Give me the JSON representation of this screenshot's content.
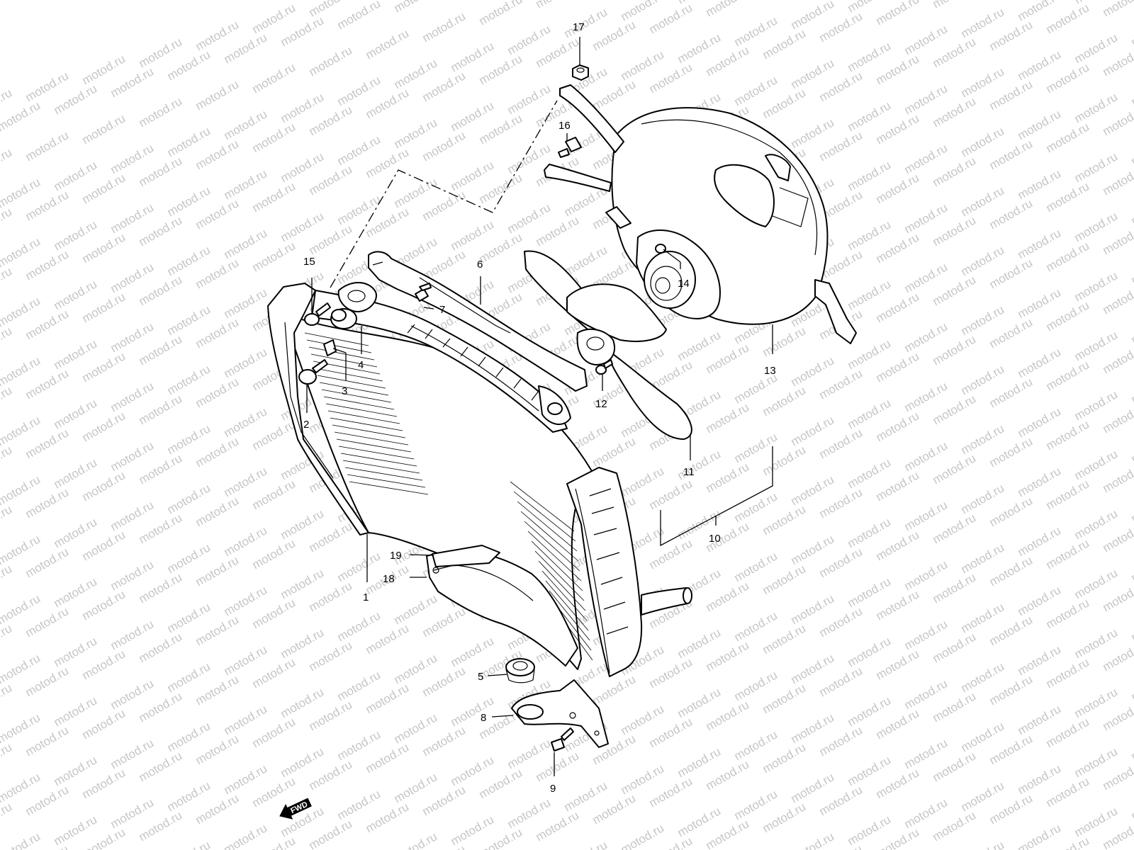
{
  "watermark": {
    "text": "motod.ru"
  },
  "callouts": [
    {
      "id": "1",
      "label": "1"
    },
    {
      "id": "2",
      "label": "2"
    },
    {
      "id": "3",
      "label": "3"
    },
    {
      "id": "4",
      "label": "4"
    },
    {
      "id": "5",
      "label": "5"
    },
    {
      "id": "6",
      "label": "6"
    },
    {
      "id": "7",
      "label": "7"
    },
    {
      "id": "8",
      "label": "8"
    },
    {
      "id": "9",
      "label": "9"
    },
    {
      "id": "10",
      "label": "10"
    },
    {
      "id": "11",
      "label": "11"
    },
    {
      "id": "12",
      "label": "12"
    },
    {
      "id": "13",
      "label": "13"
    },
    {
      "id": "14",
      "label": "14"
    },
    {
      "id": "15",
      "label": "15"
    },
    {
      "id": "16",
      "label": "16"
    },
    {
      "id": "17",
      "label": "17"
    },
    {
      "id": "18",
      "label": "18"
    },
    {
      "id": "19",
      "label": "19"
    }
  ],
  "direction_marker": {
    "label": "FWD",
    "icon": "fwd-arrow-icon"
  }
}
